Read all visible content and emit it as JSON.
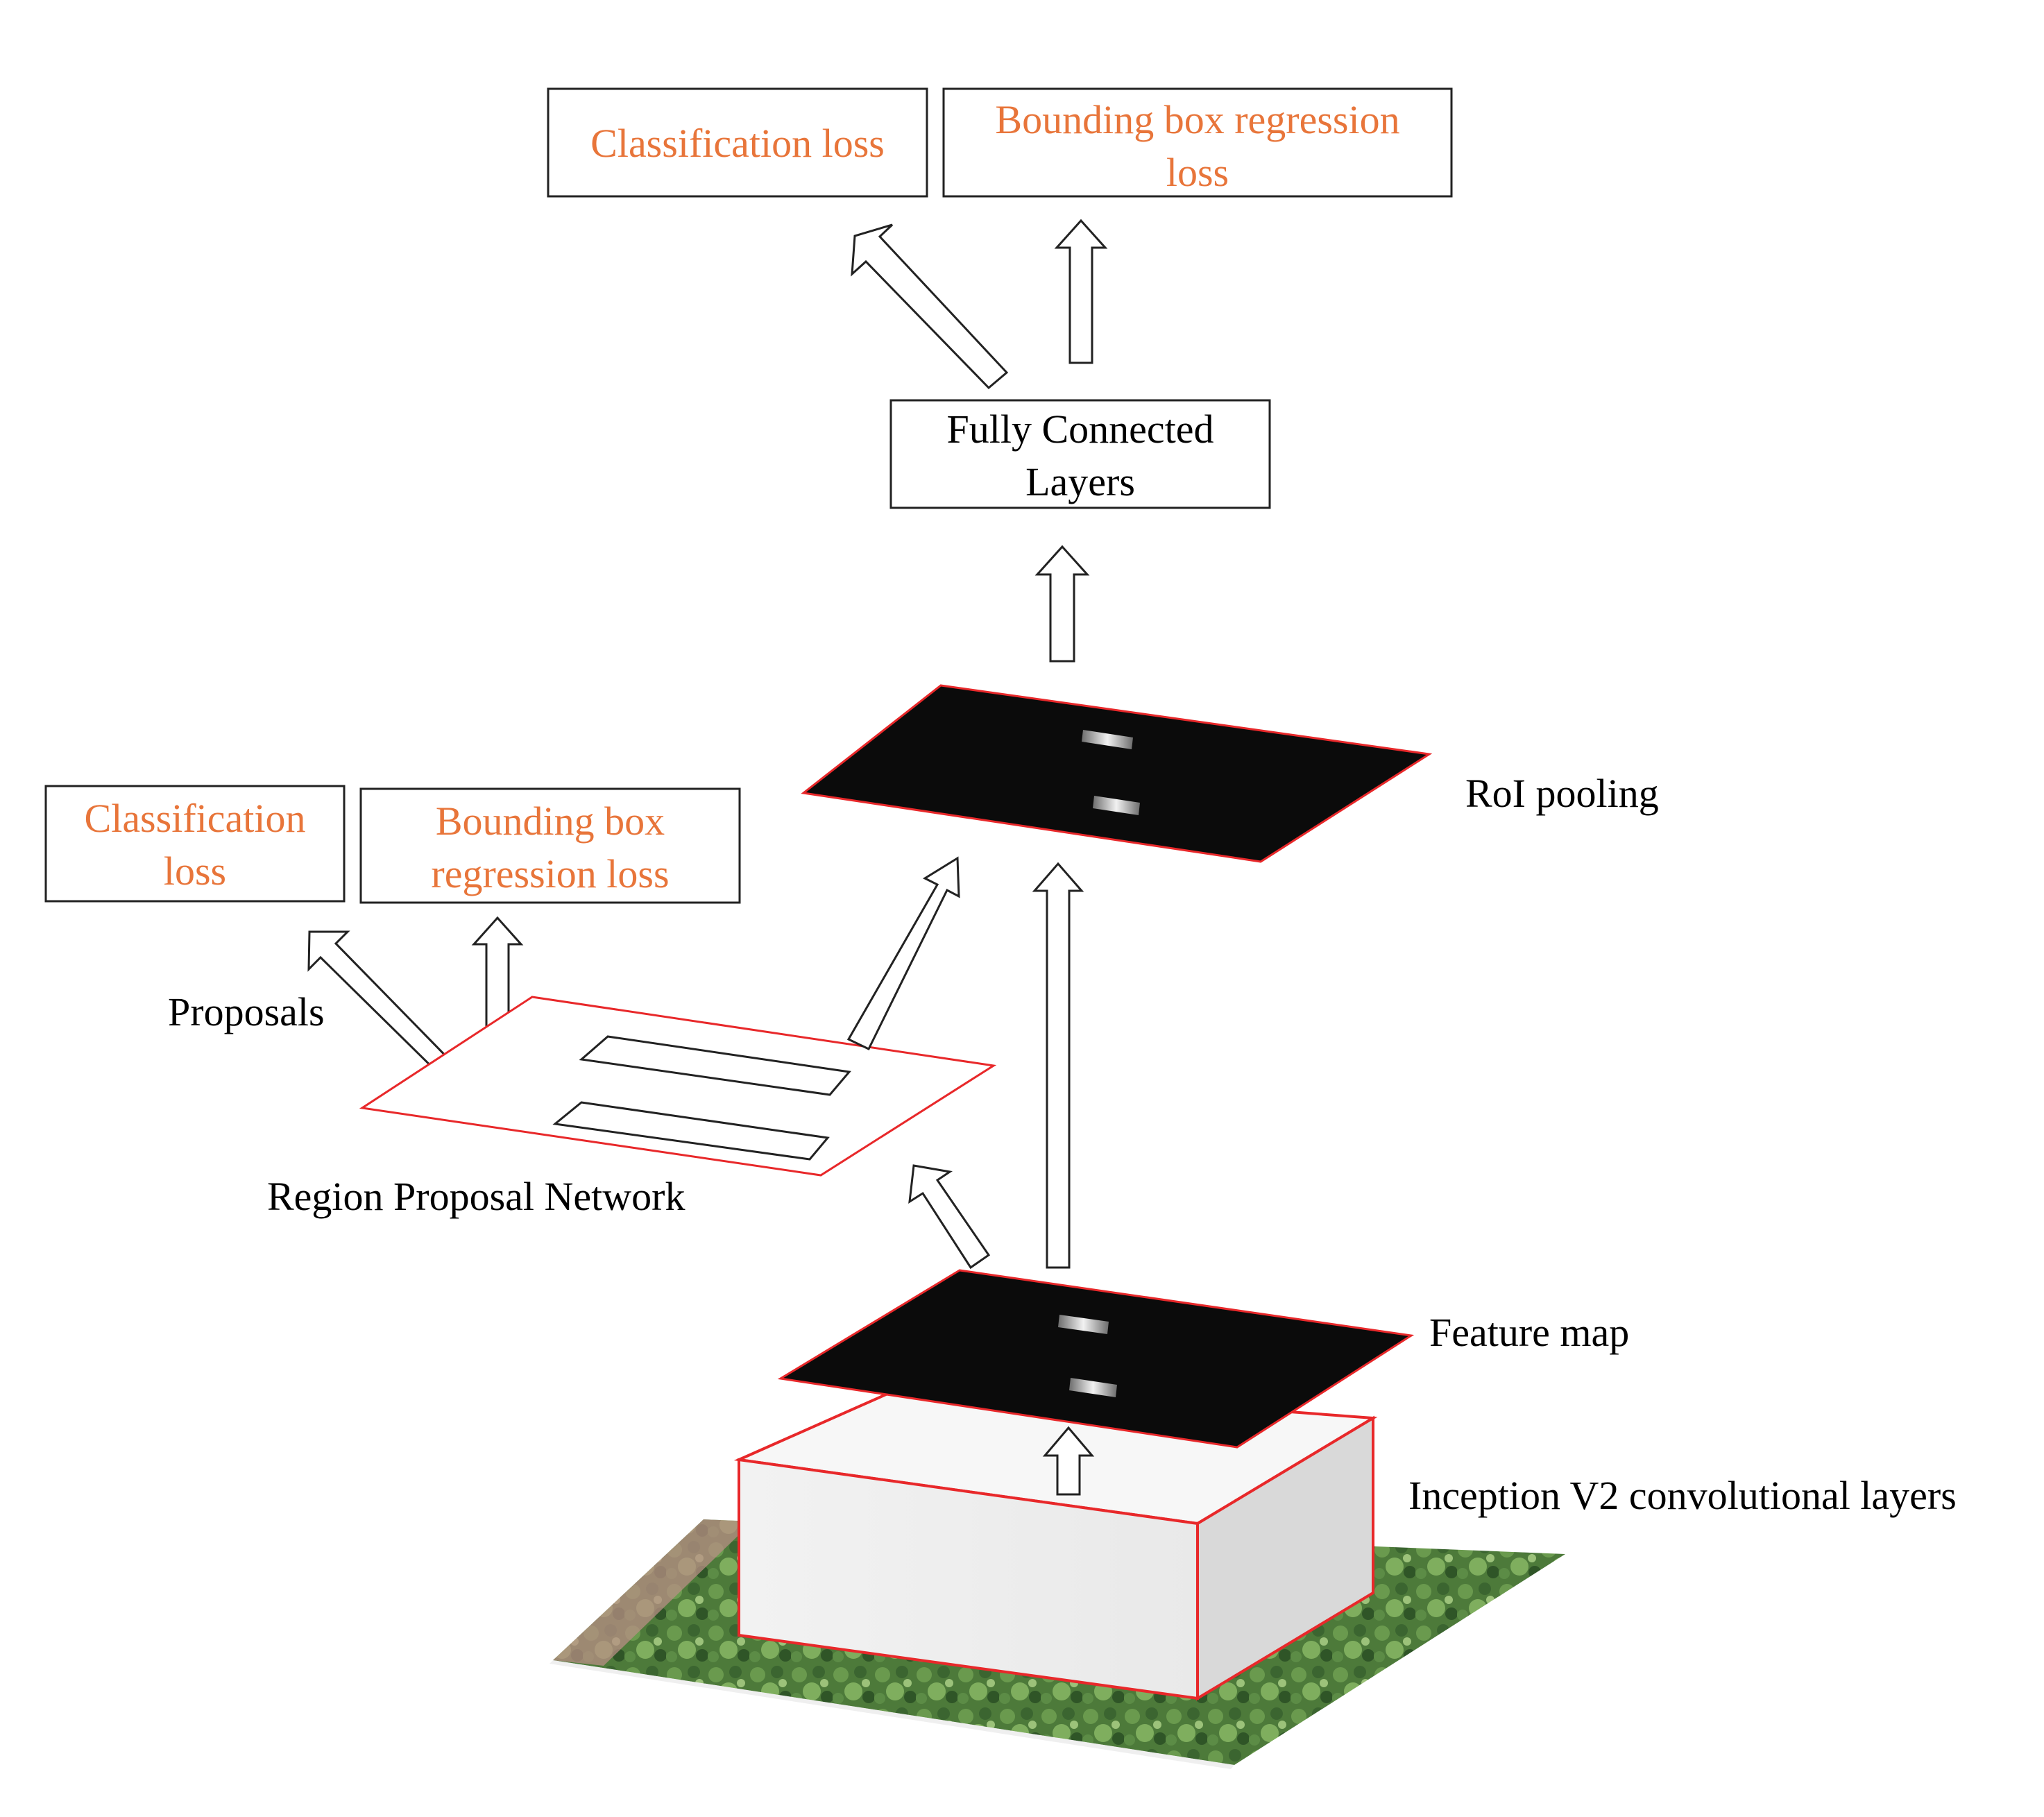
{
  "colors": {
    "loss_text": "#E8753A",
    "outline_red": "#E8282A",
    "map_fill": "#0b0b0b",
    "text": "#000000"
  },
  "top_losses": {
    "classification": [
      "Classification loss"
    ],
    "bbox_regression": [
      "Bounding box regression",
      "loss"
    ]
  },
  "fully_connected": [
    "Fully Connected",
    "Layers"
  ],
  "roi_pooling": "RoI pooling",
  "rpn_losses": {
    "classification": [
      "Classification",
      "loss"
    ],
    "bbox_regression": [
      "Bounding box",
      "regression loss"
    ]
  },
  "proposals": "Proposals",
  "region_proposal_network": "Region Proposal Network",
  "feature_map": "Feature map",
  "conv_layers": "Inception V2 convolutional layers"
}
